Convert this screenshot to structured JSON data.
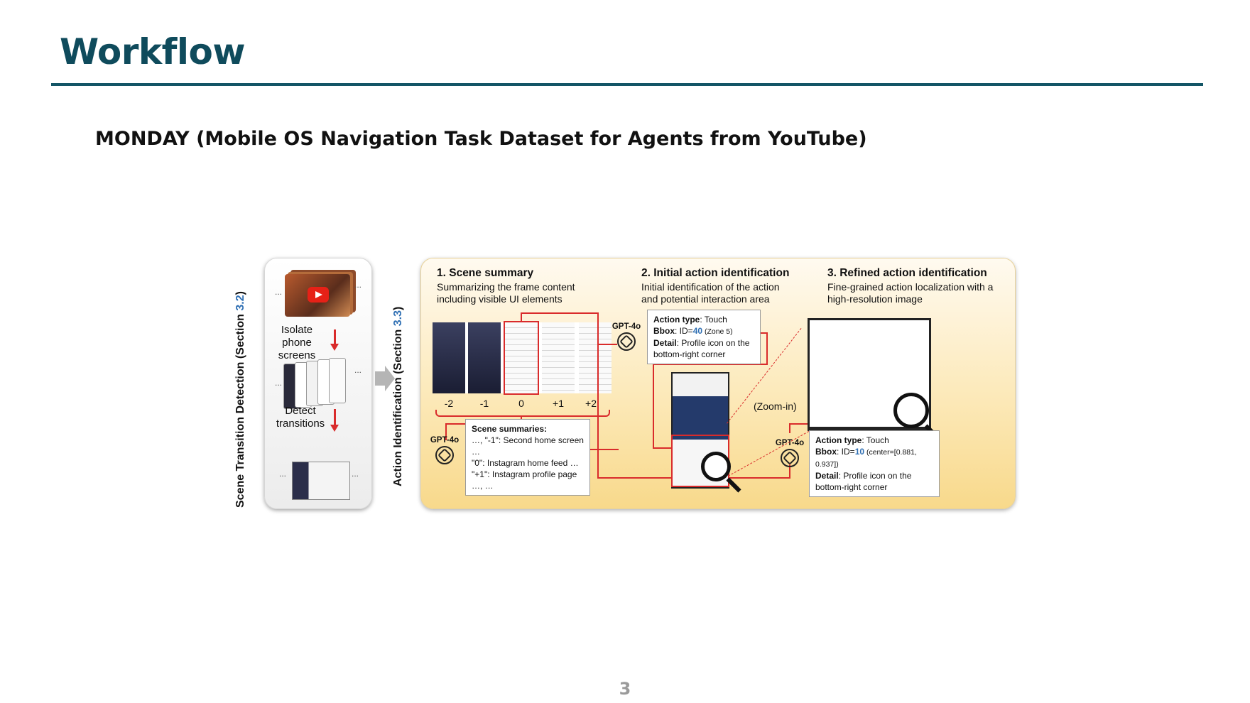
{
  "slide": {
    "title": "Workflow",
    "subtitle": "MONDAY (Mobile OS Navigation Task Dataset for Agents from YouTube)",
    "page_number": "3"
  },
  "figure": {
    "left_panel": {
      "vertical_label": "Scene Transition Detection (Section ",
      "vertical_ref": "3.2",
      "vertical_close": ")",
      "step1": "Isolate phone screens",
      "step2": "Detect transitions",
      "ellipsis": "..."
    },
    "main_panel": {
      "vertical_label": "Action Identification (Section ",
      "vertical_ref": "3.3",
      "vertical_close": ")",
      "col1_title": "1. Scene summary",
      "col1_sub": "Summarizing the frame content including visible UI elements",
      "col2_title": "2. Initial action identification",
      "col2_sub": "Initial identification of the action and potential interaction area",
      "col3_title": "3. Refined action identification",
      "col3_sub": "Fine-grained action localization with a high-resolution image",
      "frame_indices": [
        "-2",
        "-1",
        "0",
        "+1",
        "+2"
      ],
      "gpt_label": "GPT-4o",
      "scene_summaries": {
        "title": "Scene summaries:",
        "line1": "…, \"-1\": Second home screen …",
        "line2": "\"0\": Instagram home feed …",
        "line3": "\"+1\": Instagram profile page …, …"
      },
      "initial_action": {
        "type_label": "Action type",
        "type_value": ": Touch",
        "bbox_label": "Bbox",
        "bbox_prefix": ": ID=",
        "bbox_id": "40",
        "bbox_zone": " (Zone 5)",
        "detail_label": "Detail",
        "detail_value": ": Profile icon on the bottom-right corner"
      },
      "zoom_label": "(Zoom-in)",
      "refined_action": {
        "type_label": "Action type",
        "type_value": ": Touch",
        "bbox_label": "Bbox",
        "bbox_prefix": ": ID=",
        "bbox_id": "10",
        "bbox_center": " (center=[0.881, 0.937])",
        "detail_label": "Detail",
        "detail_value": ": Profile icon on the bottom-right corner"
      }
    }
  },
  "colors": {
    "title": "#0f4b5c",
    "rule": "#135566",
    "arrow_red": "#d92b2b",
    "ref_blue": "#2f6fb3"
  }
}
